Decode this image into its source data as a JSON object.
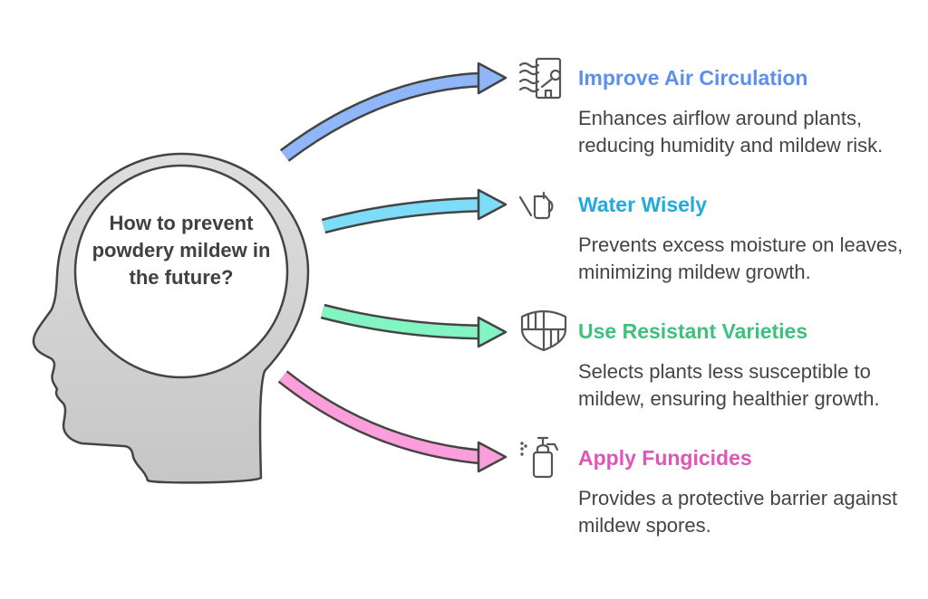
{
  "question": "How to prevent powdery mildew in the future?",
  "items": [
    {
      "title": "Improve Air Circulation",
      "description": "Enhances airflow around plants, reducing humidity and mildew risk.",
      "color": "#5b8ff0",
      "arrow_color": "#8fb6f8",
      "icon": "air-flow-icon"
    },
    {
      "title": "Water Wisely",
      "description": "Prevents excess moisture on leaves, minimizing mildew growth.",
      "color": "#22a9dd",
      "arrow_color": "#7ddcf7",
      "icon": "watering-can-icon"
    },
    {
      "title": "Use Resistant Varieties",
      "description": "Selects plants less susceptible to mildew, ensuring healthier growth.",
      "color": "#3fc07d",
      "arrow_color": "#82f5c2",
      "icon": "shield-icon"
    },
    {
      "title": "Apply Fungicides",
      "description": "Provides a protective barrier against mildew spores.",
      "color": "#e055b5",
      "arrow_color": "#fb9edb",
      "icon": "spray-bottle-icon"
    }
  ]
}
